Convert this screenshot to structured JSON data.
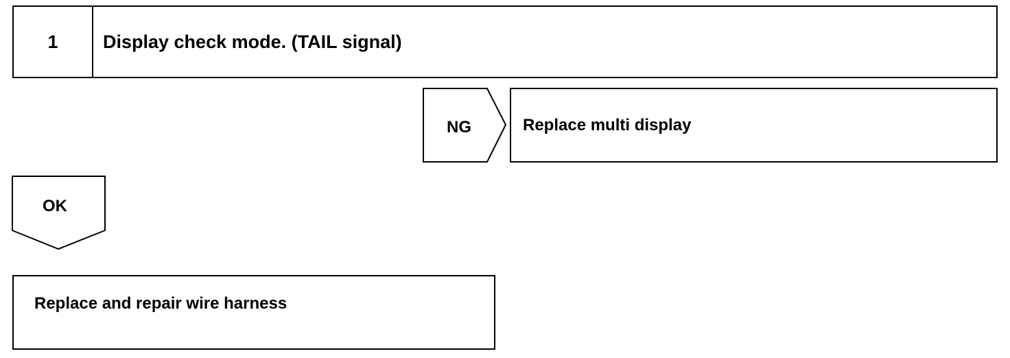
{
  "step": {
    "number": "1",
    "title": "Display check mode. (TAIL signal)"
  },
  "ng_branch": {
    "tag": "NG",
    "action": "Replace multi display"
  },
  "ok_branch": {
    "tag": "OK",
    "action": "Replace and repair wire harness"
  }
}
